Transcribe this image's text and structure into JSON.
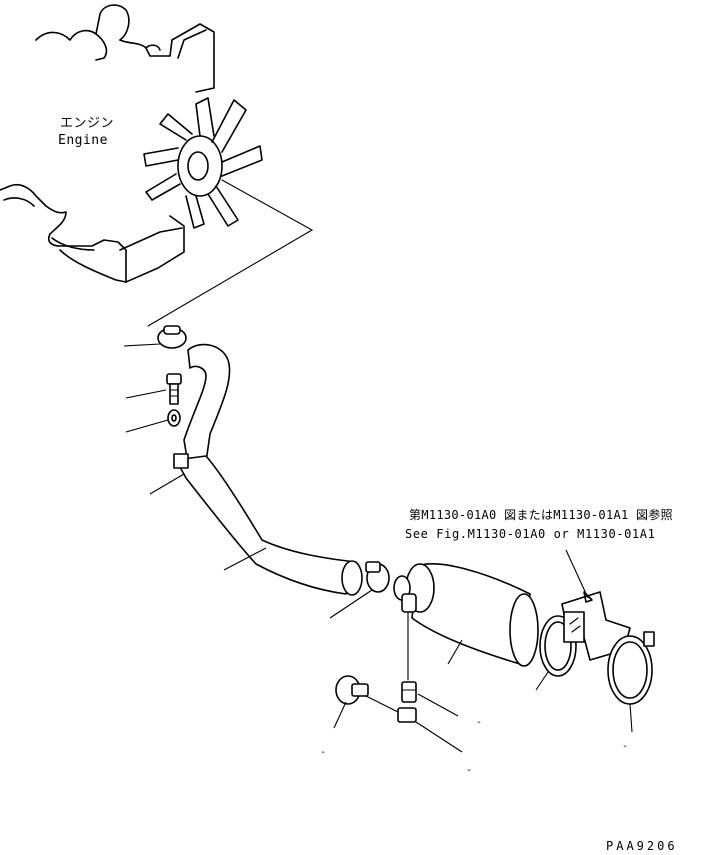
{
  "labels": {
    "engine_ja": "エンジン",
    "engine_en": "Engine",
    "reference_ja": "第M1130-01A0 図またはM1130-01A1 図参照",
    "reference_en": "See Fig.M1130-01A0 or M1130-01A1",
    "drawing_code": "PAA9206"
  },
  "callout_marks": [
    "-",
    "-",
    "-",
    "-"
  ]
}
